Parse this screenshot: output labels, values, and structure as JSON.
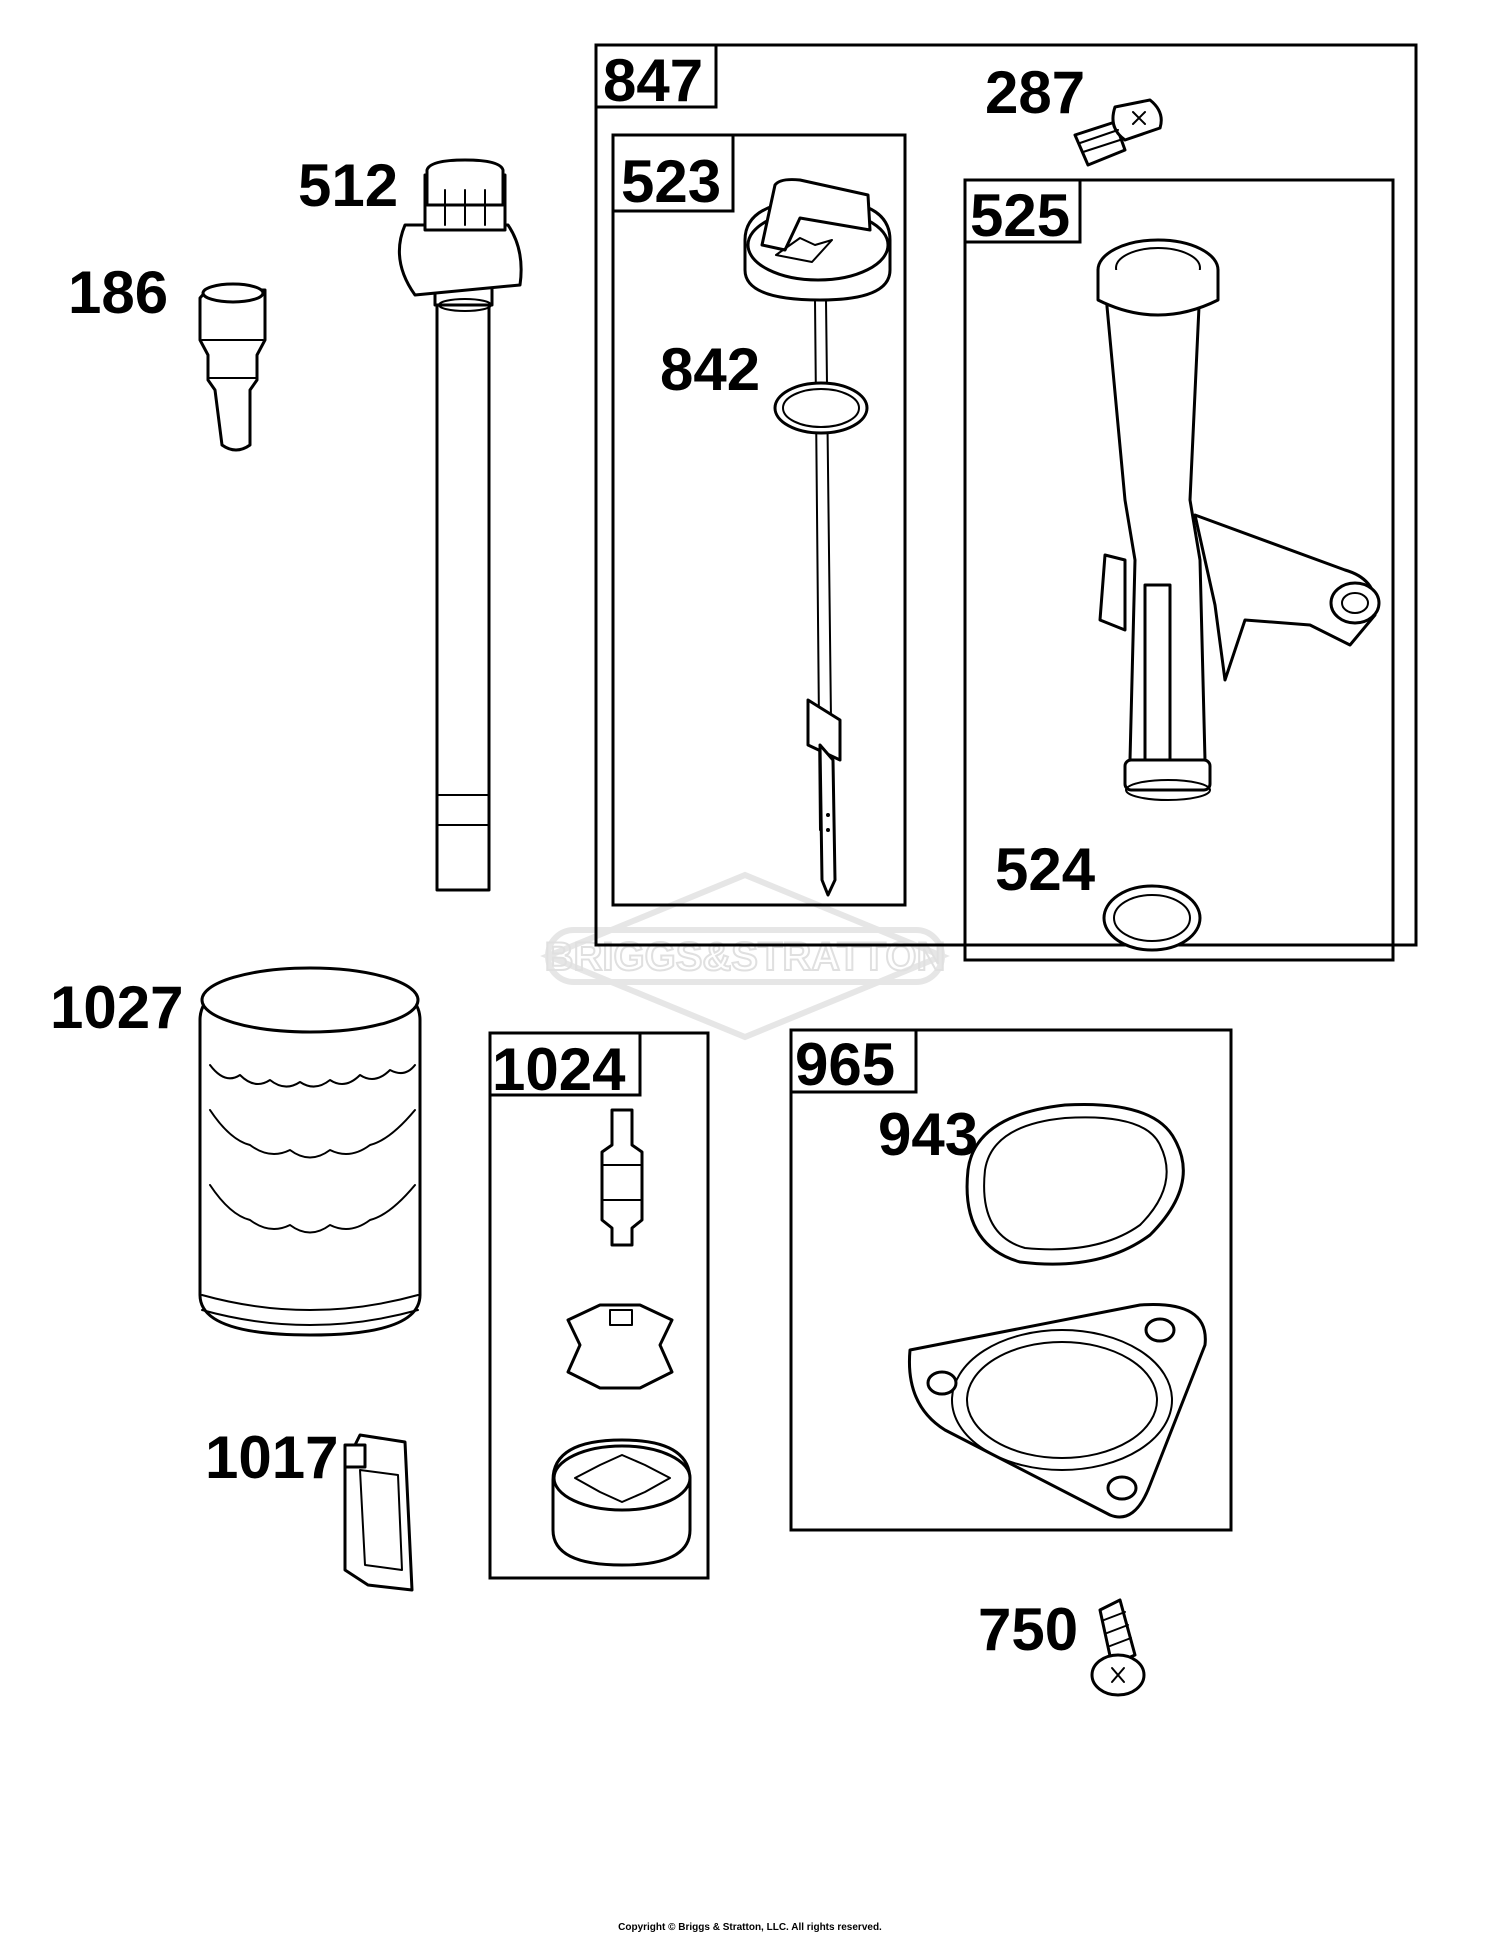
{
  "diagram": {
    "parts": {
      "p186": "186",
      "p512": "512",
      "p847": "847",
      "p287": "287",
      "p523": "523",
      "p525": "525",
      "p842": "842",
      "p524": "524",
      "p1027": "1027",
      "p1024": "1024",
      "p965": "965",
      "p943": "943",
      "p1017": "1017",
      "p750": "750"
    },
    "watermark": "BRIGGS&STRATTON",
    "copyright": "Copyright © Briggs & Stratton, LLC. All rights reserved."
  }
}
